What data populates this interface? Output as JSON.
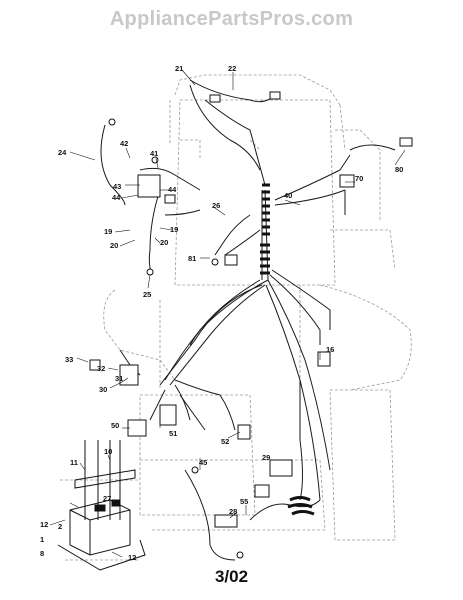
{
  "watermark": "AppliancePartsPros.com",
  "diagram": {
    "date_code": "3/02",
    "callouts": [
      "21",
      "22",
      "24",
      "42",
      "41",
      "43",
      "44",
      "44",
      "19",
      "19",
      "20",
      "20",
      "25",
      "26",
      "40",
      "70",
      "80",
      "81",
      "33",
      "32",
      "31",
      "30",
      "16",
      "50",
      "51",
      "52",
      "45",
      "11",
      "10",
      "27",
      "12",
      "2",
      "1",
      "8",
      "12",
      "29",
      "55",
      "28"
    ]
  }
}
